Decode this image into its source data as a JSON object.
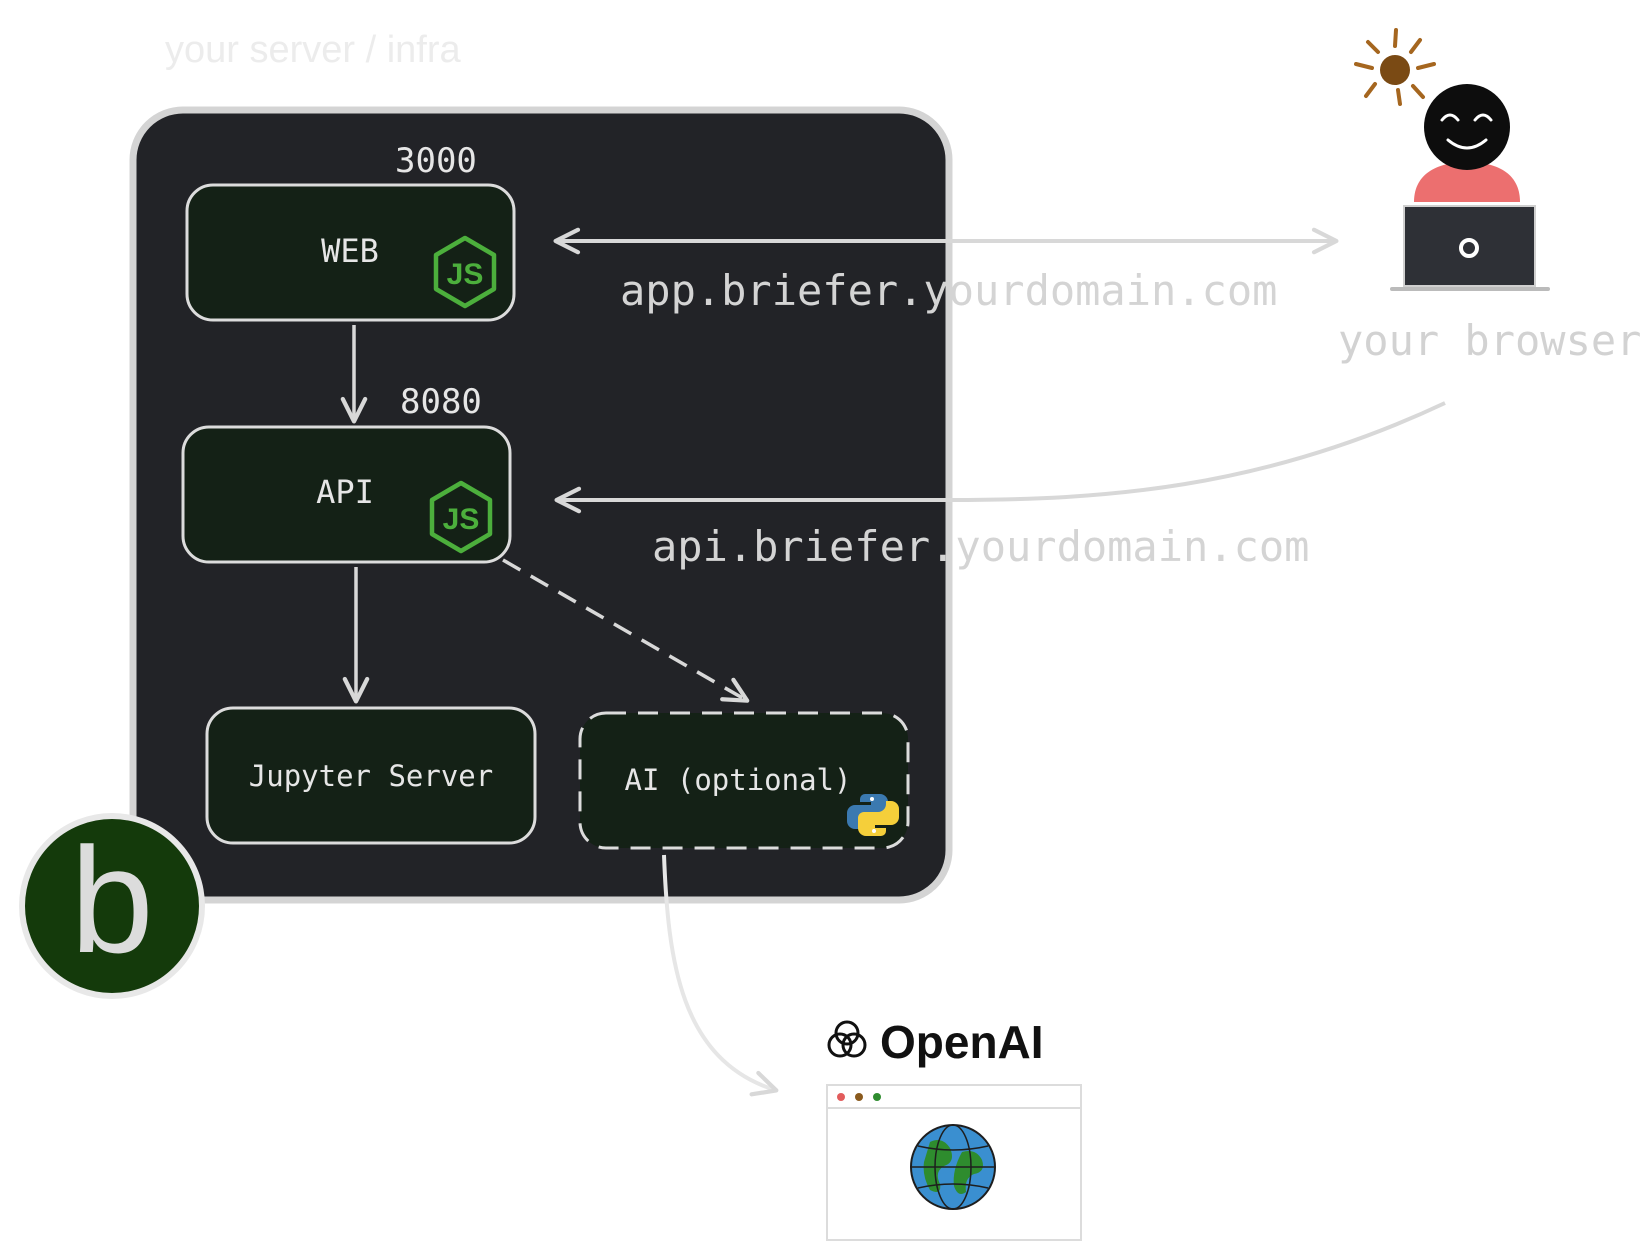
{
  "infra": {
    "label": "your server / infra"
  },
  "services": {
    "web": {
      "label": "WEB",
      "port": "3000",
      "runtime_icon": "nodejs-icon"
    },
    "api": {
      "label": "API",
      "port": "8080",
      "runtime_icon": "nodejs-icon"
    },
    "jupyter": {
      "label": "Jupyter Server"
    },
    "ai": {
      "label": "AI (optional)",
      "runtime_icon": "python-icon"
    }
  },
  "domains": {
    "app": "app.briefer.yourdomain.com",
    "api": "api.briefer.yourdomain.com"
  },
  "browser": {
    "label": "your browser"
  },
  "external": {
    "openai_label": "OpenAI"
  },
  "brand": {
    "logo_letter": "b"
  },
  "colors": {
    "panel": "#222327",
    "panel_border": "#d4d4d4",
    "node_fill": "#142116",
    "node_stroke": "#dcdcdc",
    "arrow": "#d8d8d8",
    "text_light": "#e6e6e6",
    "muted_text": "#cfcfcf",
    "nodejs_green": "#4caf3c",
    "brand_green": "#143a0b",
    "person_shirt": "#ec6f6f"
  }
}
